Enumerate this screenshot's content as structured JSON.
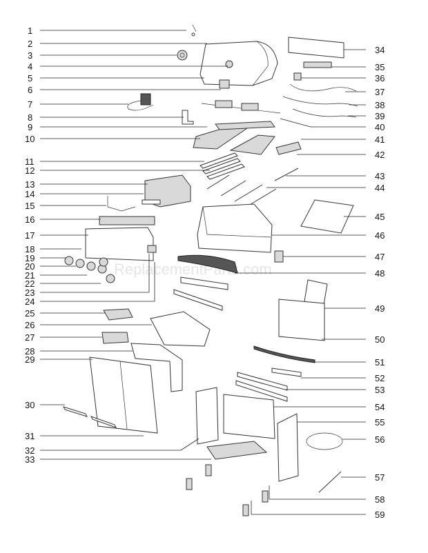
{
  "watermark": "ReplacementParts.com",
  "callouts": [
    {
      "n": "1"
    },
    {
      "n": "2"
    },
    {
      "n": "3"
    },
    {
      "n": "4"
    },
    {
      "n": "5"
    },
    {
      "n": "6"
    },
    {
      "n": "7"
    },
    {
      "n": "8"
    },
    {
      "n": "9"
    },
    {
      "n": "10"
    },
    {
      "n": "11"
    },
    {
      "n": "12"
    },
    {
      "n": "13"
    },
    {
      "n": "14"
    },
    {
      "n": "15"
    },
    {
      "n": "16"
    },
    {
      "n": "17"
    },
    {
      "n": "18"
    },
    {
      "n": "19"
    },
    {
      "n": "20"
    },
    {
      "n": "21"
    },
    {
      "n": "22"
    },
    {
      "n": "23"
    },
    {
      "n": "24"
    },
    {
      "n": "25"
    },
    {
      "n": "26"
    },
    {
      "n": "27"
    },
    {
      "n": "28"
    },
    {
      "n": "29"
    },
    {
      "n": "30"
    },
    {
      "n": "31"
    },
    {
      "n": "32"
    },
    {
      "n": "33"
    },
    {
      "n": "34"
    },
    {
      "n": "35"
    },
    {
      "n": "36"
    },
    {
      "n": "37"
    },
    {
      "n": "38"
    },
    {
      "n": "39"
    },
    {
      "n": "40"
    },
    {
      "n": "41"
    },
    {
      "n": "42"
    },
    {
      "n": "43"
    },
    {
      "n": "44"
    },
    {
      "n": "45"
    },
    {
      "n": "46"
    },
    {
      "n": "47"
    },
    {
      "n": "48"
    },
    {
      "n": "49"
    },
    {
      "n": "50"
    },
    {
      "n": "51"
    },
    {
      "n": "52"
    },
    {
      "n": "53"
    },
    {
      "n": "54"
    },
    {
      "n": "55"
    },
    {
      "n": "56"
    },
    {
      "n": "57"
    },
    {
      "n": "58"
    },
    {
      "n": "59"
    }
  ]
}
